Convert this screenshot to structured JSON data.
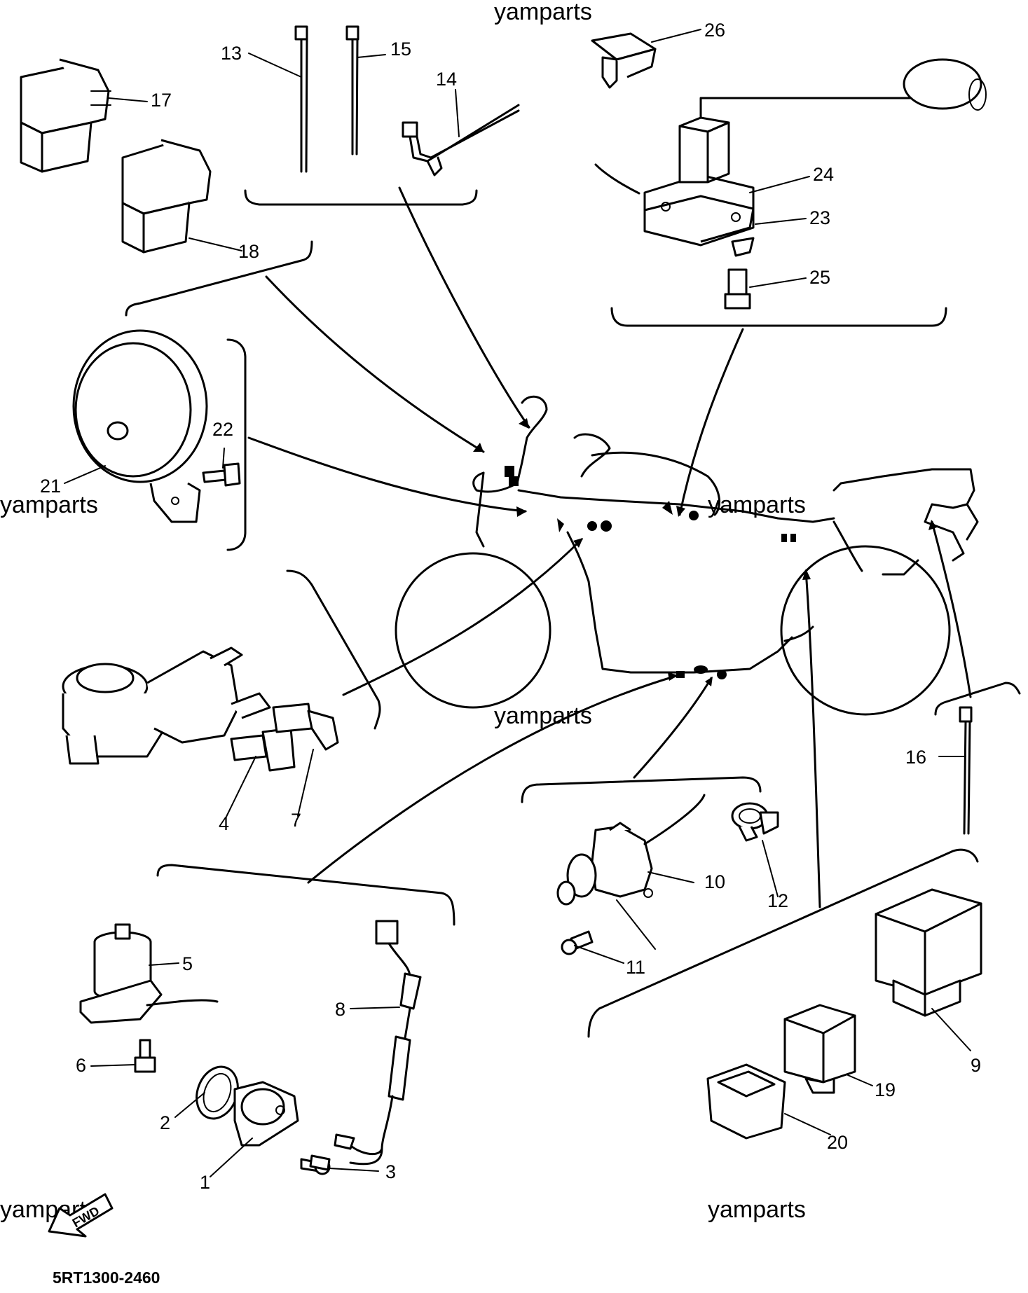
{
  "watermark": "yamparts",
  "diagram_code": "5RT1300-2460",
  "fwd_label": "FWD",
  "callouts": {
    "p1": "1",
    "p2": "2",
    "p3": "3",
    "p4": "4",
    "p5": "5",
    "p6": "6",
    "p7": "7",
    "p8": "8",
    "p9": "9",
    "p10": "10",
    "p11": "11",
    "p12": "12",
    "p13": "13",
    "p14": "14",
    "p15": "15",
    "p16": "16",
    "p17": "17",
    "p18": "18",
    "p19": "19",
    "p20": "20",
    "p21": "21",
    "p22": "22",
    "p23": "23",
    "p24": "24",
    "p25": "25",
    "p26": "26"
  }
}
